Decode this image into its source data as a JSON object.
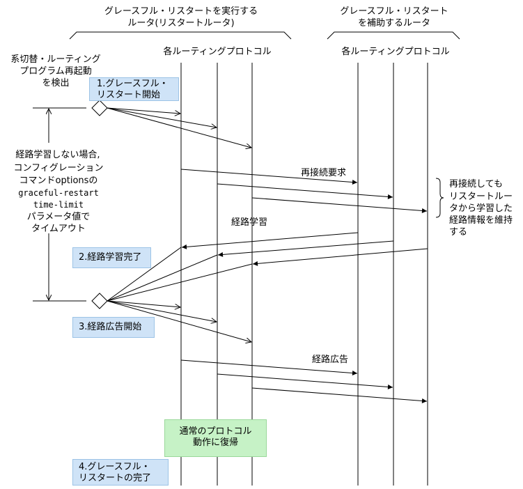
{
  "header": {
    "restart_router": [
      "グレースフル・リスタートを実行する",
      "ルータ(リスタートルータ)"
    ],
    "helper_router": [
      "グレースフル・リスタート",
      "を補助するルータ"
    ],
    "protocols_left": "各ルーティングプロトコル",
    "protocols_right": "各ルーティングプロトコル"
  },
  "trigger_lines": [
    "系切替・ルーティング",
    "プログラム再起動",
    "を検出"
  ],
  "timeout_lines": [
    "経路学習しない場合,",
    "コンフィグレーション",
    "コマンドoptionsの",
    "graceful-restart",
    "time-limit",
    "パラメータ値で",
    "タイムアウト"
  ],
  "steps": {
    "step1": "1.グレースフル・\nリスタート開始",
    "step2": "2.経路学習完了",
    "step3": "3.経路広告開始",
    "normal": "通常のプロトコル\n動作に復帰",
    "step4": "4.グレースフル・\nリスタートの完了"
  },
  "messages": {
    "reconnect_request": "再接続要求",
    "route_learning": "経路学習",
    "route_advertise": "経路広告"
  },
  "note_lines": [
    "再接続しても",
    "リスタートルー",
    "タから学習した",
    "経路情報を維持",
    "する"
  ]
}
